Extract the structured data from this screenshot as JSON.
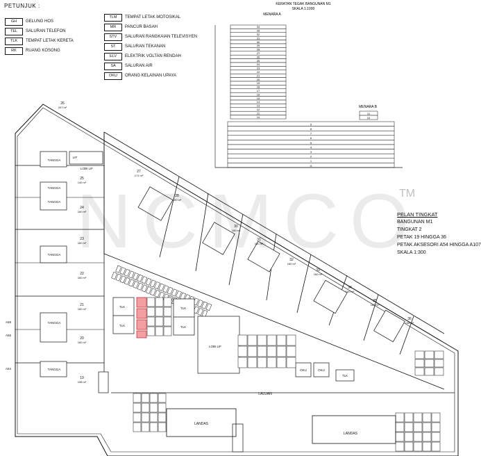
{
  "legend": {
    "title": "PETUNJUK :",
    "items_left": [
      {
        "code": "GH",
        "label": "GELUNG HOS"
      },
      {
        "code": "TEL",
        "label": "SALURAN TELEFON"
      },
      {
        "code": "TLK",
        "label": "TEMPAT LETAK KERETA"
      },
      {
        "code": "RK",
        "label": "RUANG KOSONG"
      }
    ],
    "items_right": [
      {
        "code": "TLM",
        "label": "TEMPAT LETAK MOTOSIKAL"
      },
      {
        "code": "MR",
        "label": "PANCUR BASAH"
      },
      {
        "code": "STV",
        "label": "SALURAN RANGKAIAN TELEVISYEN"
      },
      {
        "code": "ST",
        "label": "SALURAN TEKANAN"
      },
      {
        "code": "ELV",
        "label": "ELEKTRIK VOLTAN RENDAH"
      },
      {
        "code": "SA",
        "label": "SALURAN AIR"
      },
      {
        "code": "OKU",
        "label": "ORANG KELAINAN UPAYA"
      }
    ]
  },
  "elevation": {
    "title": "KERATAN TEGAK BANGUNAN M1",
    "scale": "SKALA 1:1000",
    "tower_a_label": "MENARA A",
    "tower_b_label": "MENARA B",
    "tower_a_floors": [
      "34",
      "33",
      "32",
      "31",
      "30",
      "29",
      "28",
      "27",
      "26",
      "25",
      "24",
      "23",
      "22",
      "21",
      "20",
      "19",
      "18",
      "17",
      "16",
      "15",
      "14",
      "13",
      "12",
      "11",
      "10"
    ],
    "tower_b_floors": [
      "11",
      "10"
    ],
    "podium_floors": [
      "9",
      "8",
      "7",
      "6",
      "5",
      "4",
      "3",
      "2",
      "1",
      "G"
    ]
  },
  "plan_title": {
    "heading": "PELAN TINGKAT",
    "building": "BANGUNAN M1",
    "level": "TINGKAT 2",
    "parcels": "PETAK 19 HINGGA 36",
    "accessory": "PETAK AKSESORI A54 HINGGA A107",
    "scale": "SKALA 1:300"
  },
  "watermark": {
    "text": "NCMCO",
    "mark": "TM"
  },
  "parcels": [
    {
      "no": "26",
      "area": "207 m²"
    },
    {
      "no": "25",
      "area": "140 m²"
    },
    {
      "no": "24",
      "area": "160 m²"
    },
    {
      "no": "23",
      "area": "160 m²"
    },
    {
      "no": "22",
      "area": "160 m²"
    },
    {
      "no": "21",
      "area": "160 m²"
    },
    {
      "no": "20",
      "area": "160 m²"
    },
    {
      "no": "19",
      "area": "158 m²"
    },
    {
      "no": "27",
      "area": "171 m²"
    },
    {
      "no": "28",
      "area": "160 m²"
    },
    {
      "no": "30",
      "area": "160 m²"
    },
    {
      "no": "31",
      "area": "160 m²"
    },
    {
      "no": "32",
      "area": "160 m²"
    },
    {
      "no": "33",
      "area": "160 m²"
    },
    {
      "no": "34",
      "area": "160 m²"
    },
    {
      "no": "35",
      "area": "160 m²"
    },
    {
      "no": "36",
      "area": "158 m²"
    }
  ],
  "labels": {
    "tangga": "TANGGA",
    "lif": "LIF",
    "lobi_lif": "LOBI LIF",
    "laluan": "LALUAN",
    "landas": "LANDAS",
    "tlk": "TLK",
    "oku": "OKU",
    "a54": "A54",
    "a55": "A55",
    "a58": "A58"
  }
}
